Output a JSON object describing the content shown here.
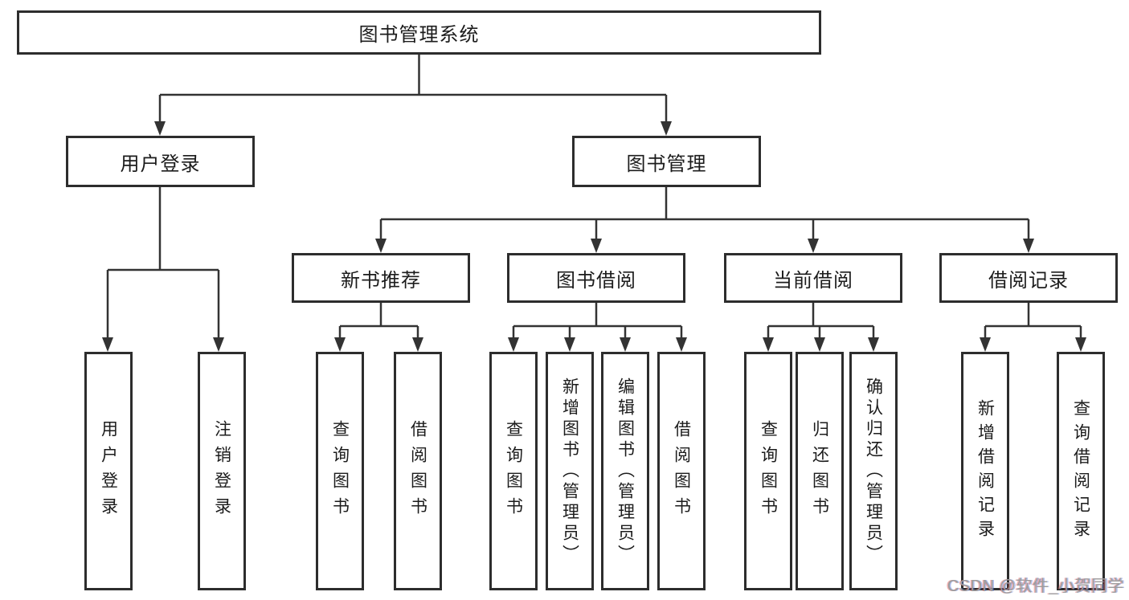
{
  "diagram_type": "hierarchy-tree",
  "colors": {
    "background": "#ffffff",
    "box_border": "#2d2d2d",
    "line": "#333333",
    "text": "#1c1c1c",
    "watermark": "#9d9d9d"
  },
  "watermark": {
    "text": "CSDN @软件_小贺同学"
  },
  "tree": {
    "root": {
      "label": "图书管理系统",
      "children": [
        {
          "label": "用户登录",
          "children": [
            {
              "label": "用户登录"
            },
            {
              "label": "注销登录"
            }
          ]
        },
        {
          "label": "图书管理",
          "children": [
            {
              "label": "新书推荐",
              "children": [
                {
                  "label": "查询图书"
                },
                {
                  "label": "借阅图书"
                }
              ]
            },
            {
              "label": "图书借阅",
              "children": [
                {
                  "label": "查询图书"
                },
                {
                  "label": "新增图书（管理员）"
                },
                {
                  "label": "编辑图书（管理员）"
                },
                {
                  "label": "借阅图书"
                }
              ]
            },
            {
              "label": "当前借阅",
              "children": [
                {
                  "label": "查询图书"
                },
                {
                  "label": "归还图书"
                },
                {
                  "label": "确认归还（管理员）"
                }
              ]
            },
            {
              "label": "借阅记录",
              "children": [
                {
                  "label": "新增借阅记录"
                },
                {
                  "label": "查询借阅记录"
                }
              ]
            }
          ]
        }
      ]
    }
  }
}
